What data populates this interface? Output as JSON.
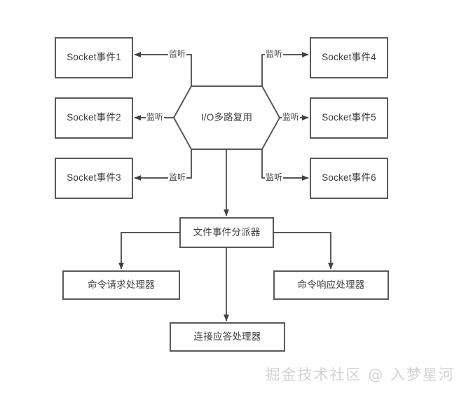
{
  "diagram": {
    "title": "Redis file event handler architecture diagram",
    "stroke_color": "#595959",
    "connector_color": "#404040",
    "background": "#ffffff",
    "center": {
      "label": "I/O多路复用",
      "shape": "hexagon"
    },
    "left_nodes": [
      {
        "label": "Socket事件1"
      },
      {
        "label": "Socket事件2"
      },
      {
        "label": "Socket事件3"
      }
    ],
    "right_nodes": [
      {
        "label": "Socket事件4"
      },
      {
        "label": "Socket事件5"
      },
      {
        "label": "Socket事件6"
      }
    ],
    "dispatcher": {
      "label": "文件事件分派器"
    },
    "handlers": [
      {
        "label": "命令请求处理器"
      },
      {
        "label": "连接应答处理器"
      },
      {
        "label": "命令响应处理器"
      }
    ],
    "edge_labels": {
      "listen": "监听",
      "left": [
        "监听",
        "监听",
        "监听"
      ],
      "right": [
        "监听",
        "监听",
        "监听"
      ]
    }
  },
  "watermark": {
    "text": "掘金技术社区 @ 入梦星河",
    "color": "#d2d2d2"
  }
}
